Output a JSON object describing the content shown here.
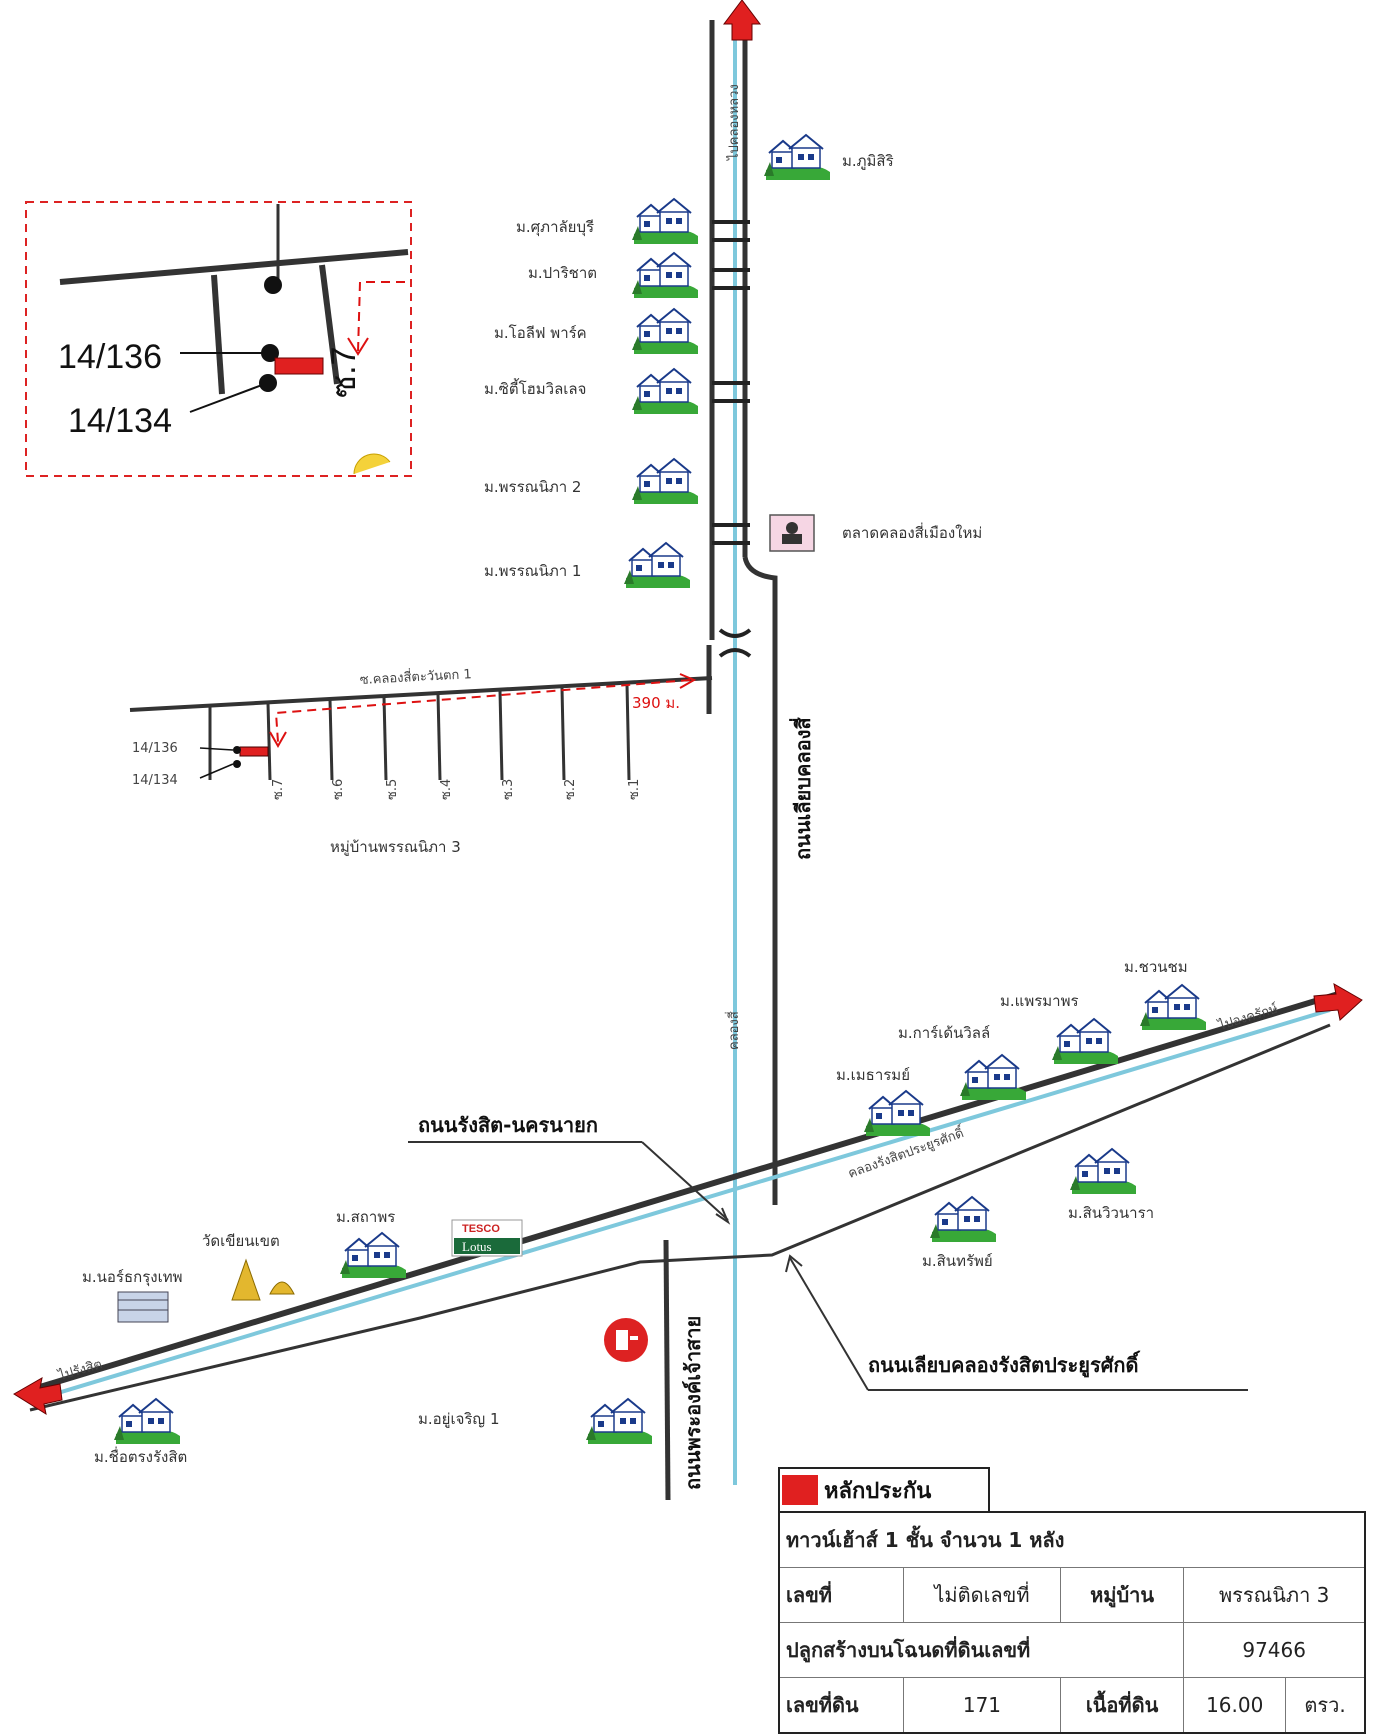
{
  "inset": {
    "lot_a": "14/136",
    "lot_b": "14/134",
    "alley": "ซ.7"
  },
  "villages": {
    "bhumisiri": "ม.ภูมิสิริ",
    "supalaiburi": "ม.ศุภาลัยบุรี",
    "parichat": "ม.ปาริชาต",
    "olive_park": "ม.โอลีฟ พาร์ค",
    "city_home_ville": "ม.ซิตี้โฮมวิลเลจ",
    "pannipa2": "ม.พรรณนิภา 2",
    "pannipa1": "ม.พรรณนิภา 1",
    "market": "ตลาดคลองสี่เมืองใหม่",
    "pannipa3": "หมู่บ้านพรรณนิภา 3",
    "chuanchom": "ม.ชวนชม",
    "praemaporn": "ม.แพรมาพร",
    "garden_ville": "ม.การ์เด้นวิลล์",
    "methanrom": "ม.เมธารมย์",
    "sinwiwanara": "ม.สินวิวนารา",
    "sinsap": "ม.สินทรัพย์",
    "sathaporn": "ม.สถาพร",
    "wat": "วัดเขียนเขต",
    "north_bangkok": "ม.นอร์ธกรุงเทพ",
    "chuetrong": "ม.ชื่อตรงรังสิต",
    "yucharoen": "ม.อยู่เจริญ 1"
  },
  "roads": {
    "soi_klong_si": "ซ.คลองสี่ตะวันตก 1",
    "distance": "390 ม.",
    "lot_a_small": "14/136",
    "lot_b_small": "14/134",
    "soi_labels": [
      "ซ.7",
      "ซ.6",
      "ซ.5",
      "ซ.4",
      "ซ.3",
      "ซ.2",
      "ซ.1"
    ],
    "klong_si_east": "ถนนเลียบคลองสี่",
    "canal": "คลองสี่",
    "to_khlong_luang": "ไปคลองหลวง",
    "rangsit_nakhon_nayok": "ถนนรังสิต-นครนายก",
    "liap_khlong_rangsit": "ถนนเลียบคลองรังสิตประยูรศักดิ์",
    "phra_ong_chao": "ถนนพระองค์เจ้าสาย",
    "to_ongkharak": "ไปองครักษ์",
    "to_rangsit": "ไปรังสิต",
    "canal_rangsit": "คลองรังสิตประยูรศักดิ์",
    "tesco_top": "TESCO",
    "tesco_bottom": "Lotus"
  },
  "info_table": {
    "legend": "หลักประกัน",
    "building": "ทาวน์เฮ้าส์ 1 ชั้น จำนวน 1 หลัง",
    "house_no_label": "เลขที่",
    "house_no_value": "ไม่ติดเลขที่",
    "village_label": "หมู่บ้าน",
    "village_value": "พรรณนิภา 3",
    "deed_label": "ปลูกสร้างบนโฉนดที่ดินเลขที่",
    "deed_value": "97466",
    "land_no_label": "เลขที่ดิน",
    "land_no_value": "171",
    "area_label": "เนื้อที่ดิน",
    "area_value": "16.00",
    "area_unit": "ตรว."
  },
  "colors": {
    "road": "#333333",
    "canal": "#7ec8dc",
    "collateral": "#e02020",
    "route": "#d11111"
  }
}
